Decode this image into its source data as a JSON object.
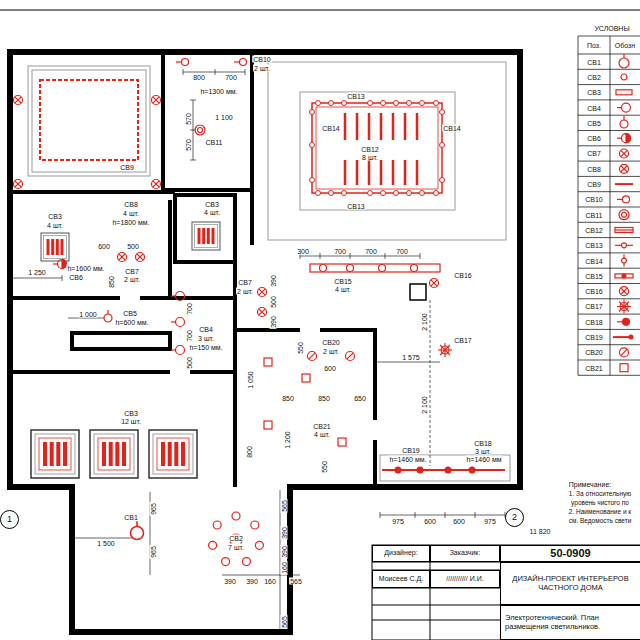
{
  "diagram": {
    "nodes": [
      {
        "text": [
          "Дизайнер:"
        ]
      },
      {
        "text": [
          "Заказчик:"
        ]
      },
      {
        "text": [
          "50-0909"
        ]
      },
      {
        "text": [
          "Моисеев С.Д."
        ]
      },
      {
        "text": [
          "/////////// И.И."
        ]
      },
      {
        "text": [
          "ДИЗАЙН-ПРОЕКТ ИНТЕРЬЕРОВ ЧАСТНОГО ДОМА"
        ]
      },
      {
        "text": [
          "Электротехнический. План размещения светильников."
        ]
      },
      {
        "text": [
          "1"
        ]
      },
      {
        "text": [
          "2"
        ]
      }
    ],
    "labels": [
      "УСЛОВНЫ",
      "Поз.",
      "Обозн",
      "Примечание:",
      "1. За относительную",
      "уровень чистого по",
      "2. Наименование и к",
      "см. Ведомость свети",
      "СВ10",
      "2 шт.",
      "800",
      "700",
      "h=1300 мм.",
      "570",
      "570",
      "1 100",
      "СВ11",
      "СВ9",
      "СВ13",
      "СВ14",
      "СВ12",
      "8 шт.",
      "СВ14",
      "СВ13",
      "СВ3",
      "4 шт.",
      "СВ8",
      "4 шт.",
      "h=1800 мм.",
      "СВ3",
      "4 шт.",
      "600",
      "500",
      "h=1600 мм.",
      "СВ6",
      "1 250",
      "850",
      "СВ7",
      "2 шт.",
      "СВ7",
      "2 шт.",
      "390",
      "500",
      "390",
      "300",
      "700",
      "700",
      "700",
      "СВ15",
      "4 шт.",
      "СВ16",
      "2 100",
      "СВ17",
      "1 575",
      "1 000",
      "СВ5",
      "h=600 мм.",
      "700",
      "700",
      "500",
      "СВ4",
      "3 шт.",
      "h=150 мм.",
      "СВ20",
      "2 шт.",
      "550",
      "600",
      "850",
      "850",
      "650",
      "1 050",
      "1 200",
      "800",
      "СВ21",
      "4 шт.",
      "550",
      "СВ3",
      "12 шт.",
      "СВ19",
      "h=1460 мм.",
      "2 100",
      "СВ18",
      "3 шт.",
      "h=1460 мм",
      "975",
      "600",
      "600",
      "975",
      "11 820",
      "СВ1",
      "1 500",
      "965",
      "965",
      "СВ2",
      "7 шт.",
      "565",
      "390",
      "390",
      "160",
      "565",
      "390",
      "390",
      "160",
      "565"
    ],
    "legend": [
      {
        "text": "СВ1"
      },
      {
        "text": "СВ2"
      },
      {
        "text": "СВ3"
      },
      {
        "text": "СВ4"
      },
      {
        "text": "СВ5"
      },
      {
        "text": "СВ6"
      },
      {
        "text": "СВ7"
      },
      {
        "text": "СВ8"
      },
      {
        "text": "СВ9"
      },
      {
        "text": "СВ10"
      },
      {
        "text": "СВ11"
      },
      {
        "text": "СВ12"
      },
      {
        "text": "СВ13"
      },
      {
        "text": "СВ14"
      },
      {
        "text": "СВ15"
      },
      {
        "text": "СВ16"
      },
      {
        "text": "СВ17"
      },
      {
        "text": "СВ18"
      },
      {
        "text": "СВ19"
      },
      {
        "text": "СВ20"
      },
      {
        "text": "СВ21"
      }
    ]
  }
}
